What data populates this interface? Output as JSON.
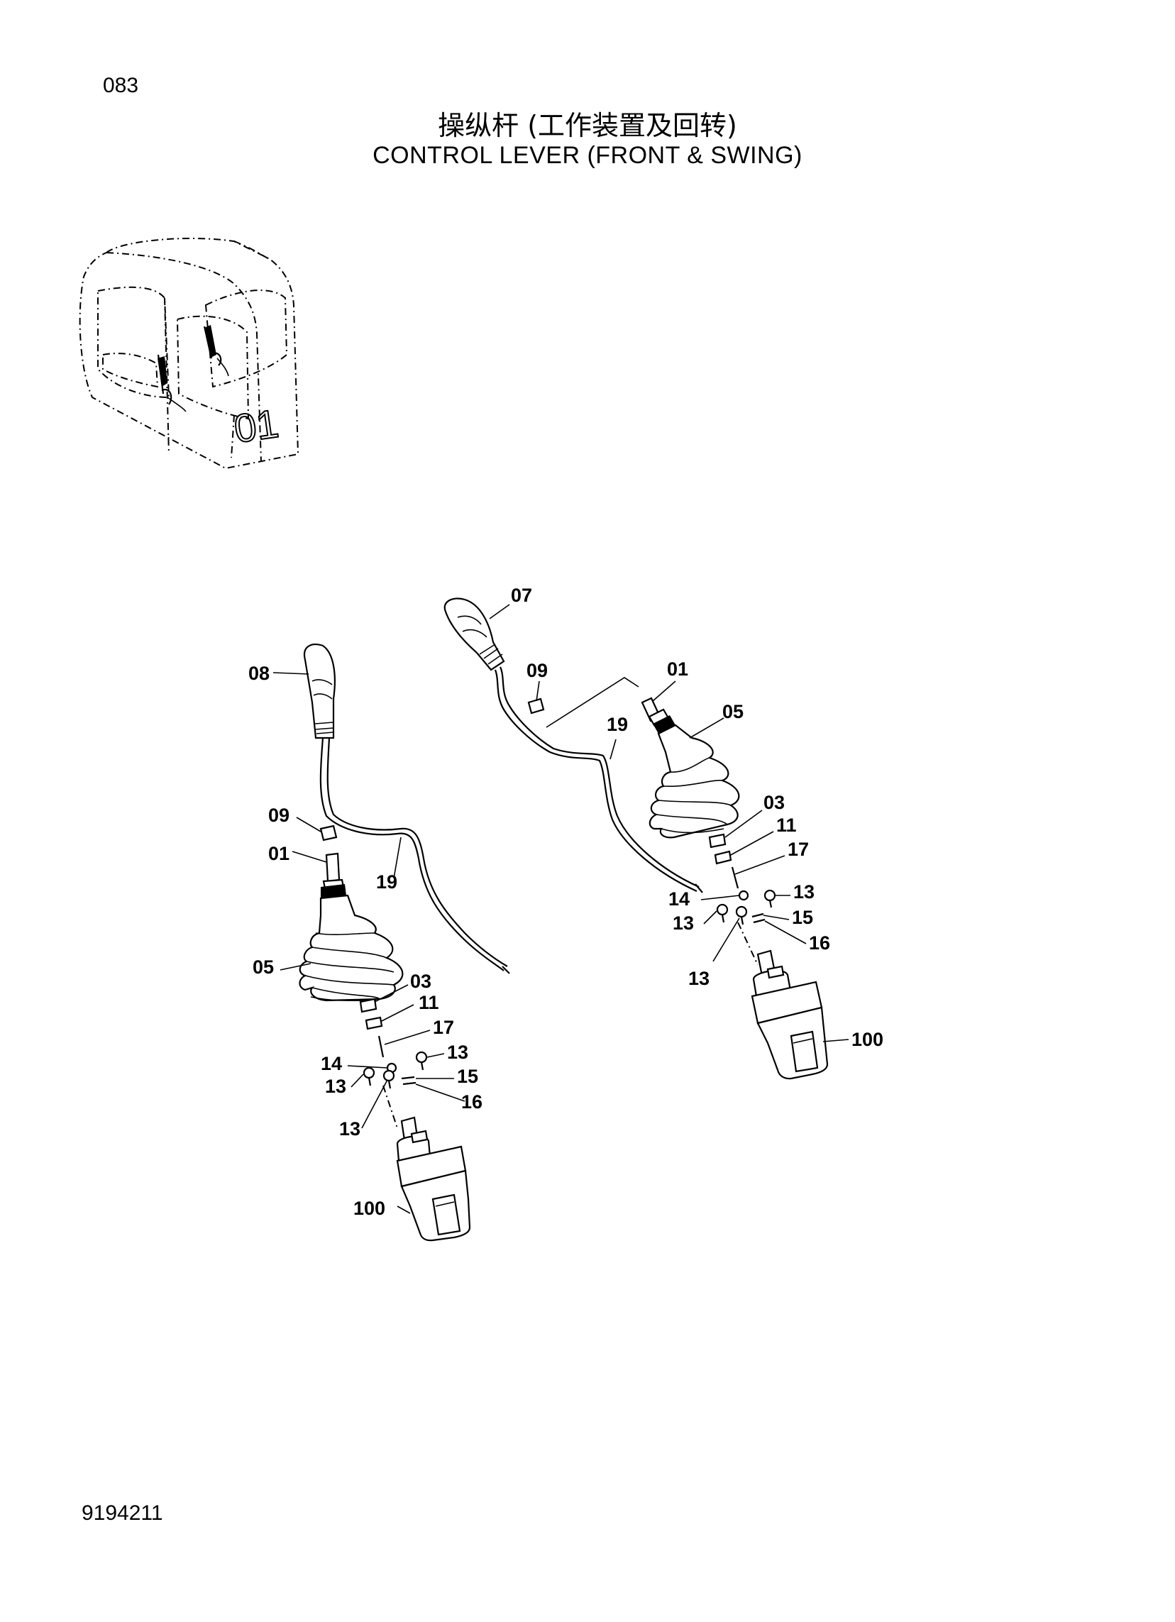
{
  "page": {
    "page_number": "083",
    "title_cn": "操纵杆 (工作装置及回转)",
    "title_en": "CONTROL  LEVER  (FRONT & SWING)",
    "doc_code": "9194211"
  },
  "cab_marking": "01",
  "left_assembly": {
    "callouts": [
      "08",
      "09",
      "01",
      "19",
      "05",
      "03",
      "11",
      "17",
      "14",
      "13",
      "13",
      "15",
      "13",
      "16",
      "13",
      "100"
    ]
  },
  "right_assembly": {
    "callouts": [
      "07",
      "09",
      "01",
      "19",
      "05",
      "03",
      "11",
      "17",
      "14",
      "13",
      "13",
      "15",
      "16",
      "13",
      "100"
    ]
  }
}
